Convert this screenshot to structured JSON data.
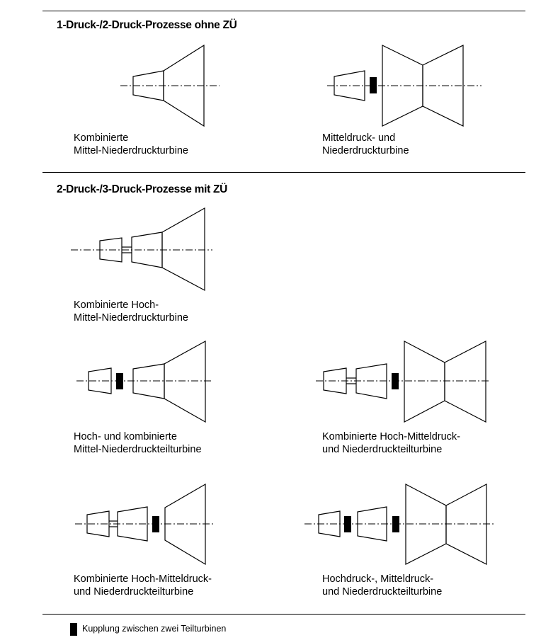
{
  "sections": [
    {
      "heading": "1-Druck-/2-Druck-Prozesse ohne ZÜ",
      "items": [
        {
          "caption": [
            "Kombinierte",
            "Mittel-Niederdruckturbine"
          ]
        },
        {
          "caption": [
            "Mitteldruck- und",
            "Niederdruckturbine"
          ]
        }
      ]
    },
    {
      "heading": "2-Druck-/3-Druck-Prozesse mit ZÜ",
      "items": [
        {
          "caption": [
            "Kombinierte Hoch-",
            "Mittel-Niederdruckturbine"
          ]
        },
        {
          "caption": [
            "Hoch- und kombinierte",
            "Mittel-Niederdruckteilturbine"
          ]
        },
        {
          "caption": [
            "Kombinierte Hoch-Mitteldruck-",
            "und Niederdruckteilturbine"
          ]
        },
        {
          "caption": [
            "Kombinierte Hoch-Mitteldruck-",
            "und Niederdruckteilturbine"
          ]
        },
        {
          "caption": [
            "Hochdruck-, Mitteldruck-",
            "und Niederdruckteilturbine"
          ]
        }
      ]
    }
  ],
  "legend": {
    "label": "Kupplung zwischen zwei Teilturbinen"
  },
  "colors": {
    "line": "#000000",
    "background": "#ffffff"
  }
}
